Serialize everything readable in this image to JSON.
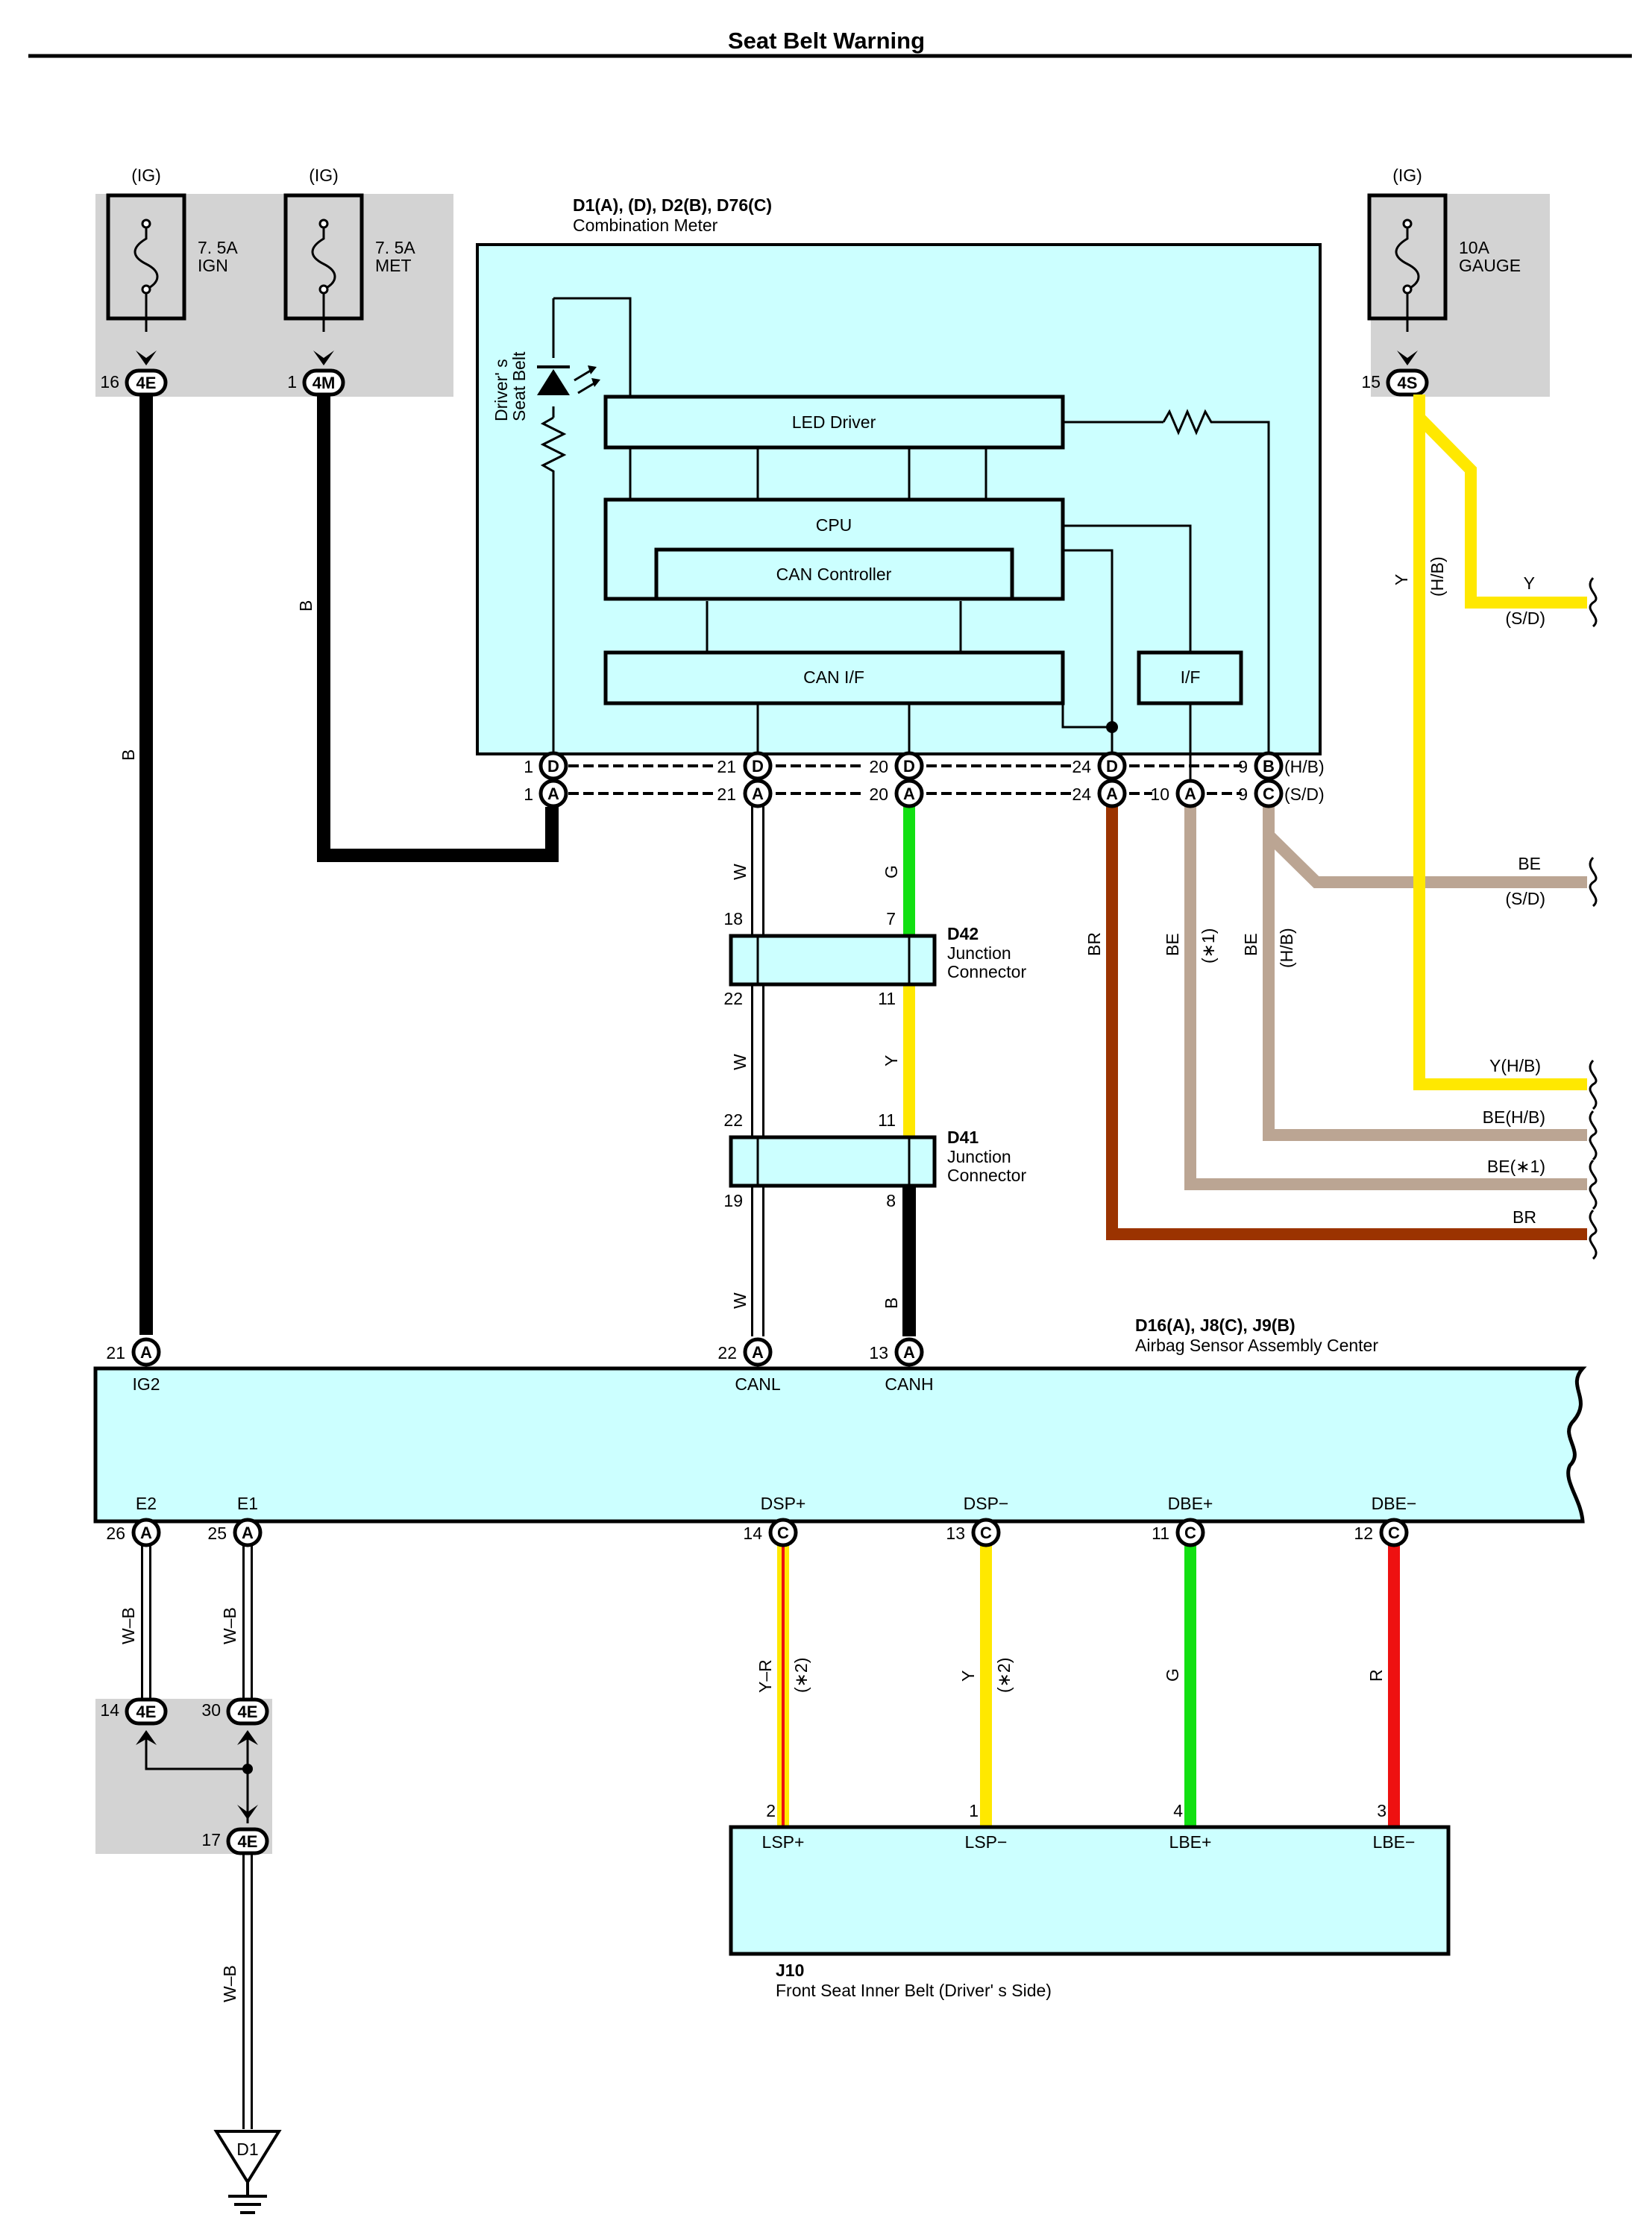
{
  "title": "Seat Belt Warning",
  "colors": {
    "ecu_fill": "#ccffff",
    "fuse_box": "#d3d3d3",
    "black": "#000000",
    "yellow": "#ffe800",
    "green": "#11e011",
    "brown": "#9b3300",
    "beige": "#bba593",
    "red": "#ee1111",
    "white_wire": "#ffffff"
  },
  "fuses": [
    {
      "supply": "(IG)",
      "rating": "7. 5A",
      "name": "IGN",
      "connector": "4E",
      "pin": "16"
    },
    {
      "supply": "(IG)",
      "rating": "7. 5A",
      "name": "MET",
      "connector": "4M",
      "pin": "1"
    },
    {
      "supply": "(IG)",
      "rating": "10A",
      "name": "GAUGE",
      "connector": "4S",
      "pin": "15"
    }
  ],
  "combination_meter": {
    "ref": "D1(A), (D), D2(B), D76(C)",
    "name": "Combination Meter",
    "blocks": {
      "led_driver": "LED Driver",
      "cpu": "CPU",
      "can_controller": "CAN Controller",
      "can_if": "CAN I/F",
      "if": "I/F"
    },
    "indicator_label_1": "Driver' s",
    "indicator_label_2": "Seat Belt",
    "pins_top": [
      {
        "num": "1",
        "letter": "D"
      },
      {
        "num": "21",
        "letter": "D"
      },
      {
        "num": "20",
        "letter": "D"
      },
      {
        "num": "24",
        "letter": "D"
      },
      {
        "num": "9",
        "letter": "B",
        "suffix": "(H/B)"
      }
    ],
    "pins_bottom": [
      {
        "num": "1",
        "letter": "A"
      },
      {
        "num": "21",
        "letter": "A"
      },
      {
        "num": "20",
        "letter": "A"
      },
      {
        "num": "24",
        "letter": "A"
      },
      {
        "num": "10",
        "letter": "A"
      },
      {
        "num": "9",
        "letter": "C",
        "suffix": "(S/D)"
      }
    ]
  },
  "junction_connectors": [
    {
      "ref": "D42",
      "name1": "Junction",
      "name2": "Connector",
      "top_left": "18",
      "top_right": "7",
      "bottom_left": "22",
      "bottom_right": "11"
    },
    {
      "ref": "D41",
      "name1": "Junction",
      "name2": "Connector",
      "top_left": "22",
      "top_right": "11",
      "bottom_left": "19",
      "bottom_right": "8"
    }
  ],
  "airbag_center": {
    "ref": "D16(A), J8(C), J9(B)",
    "name": "Airbag Sensor Assembly Center",
    "top_pins": [
      {
        "num": "21",
        "letter": "A",
        "label": "IG2"
      },
      {
        "num": "22",
        "letter": "A",
        "label": "CANL"
      },
      {
        "num": "13",
        "letter": "A",
        "label": "CANH"
      }
    ],
    "bottom_pins": [
      {
        "num": "26",
        "letter": "A",
        "label": "E2"
      },
      {
        "num": "25",
        "letter": "A",
        "label": "E1"
      },
      {
        "num": "14",
        "letter": "C",
        "label": "DSP+"
      },
      {
        "num": "13",
        "letter": "C",
        "label": "DSP−"
      },
      {
        "num": "11",
        "letter": "C",
        "label": "DBE+"
      },
      {
        "num": "12",
        "letter": "C",
        "label": "DBE−"
      }
    ]
  },
  "ground_junction": {
    "pins": [
      {
        "num": "14",
        "connector": "4E"
      },
      {
        "num": "30",
        "connector": "4E"
      },
      {
        "num": "17",
        "connector": "4E"
      }
    ],
    "ground": "D1"
  },
  "seat_belt_switch": {
    "ref": "J10",
    "name": "Front Seat Inner Belt (Driver' s Side)",
    "pins": [
      {
        "num": "2",
        "label": "LSP+"
      },
      {
        "num": "1",
        "label": "LSP−"
      },
      {
        "num": "4",
        "label": "LBE+"
      },
      {
        "num": "3",
        "label": "LBE−"
      }
    ]
  },
  "wire_labels": {
    "b_ign": "B",
    "b_met": "B",
    "w": "W",
    "g": "G",
    "y": "Y",
    "b": "B",
    "br": "BR",
    "be": "BE",
    "star1": "(∗1)",
    "hb": "(H/B)",
    "y_gauge": "Y",
    "wb": "W–B",
    "yr": "Y–R",
    "star2": "(∗2)",
    "r": "R"
  },
  "right_leads": [
    {
      "label": "Y",
      "sub": "(S/D)"
    },
    {
      "label": "BE",
      "sub": "(S/D)"
    },
    {
      "label": "Y(H/B)"
    },
    {
      "label": "BE(H/B)"
    },
    {
      "label": "BE(∗1)"
    },
    {
      "label": "BR"
    }
  ]
}
